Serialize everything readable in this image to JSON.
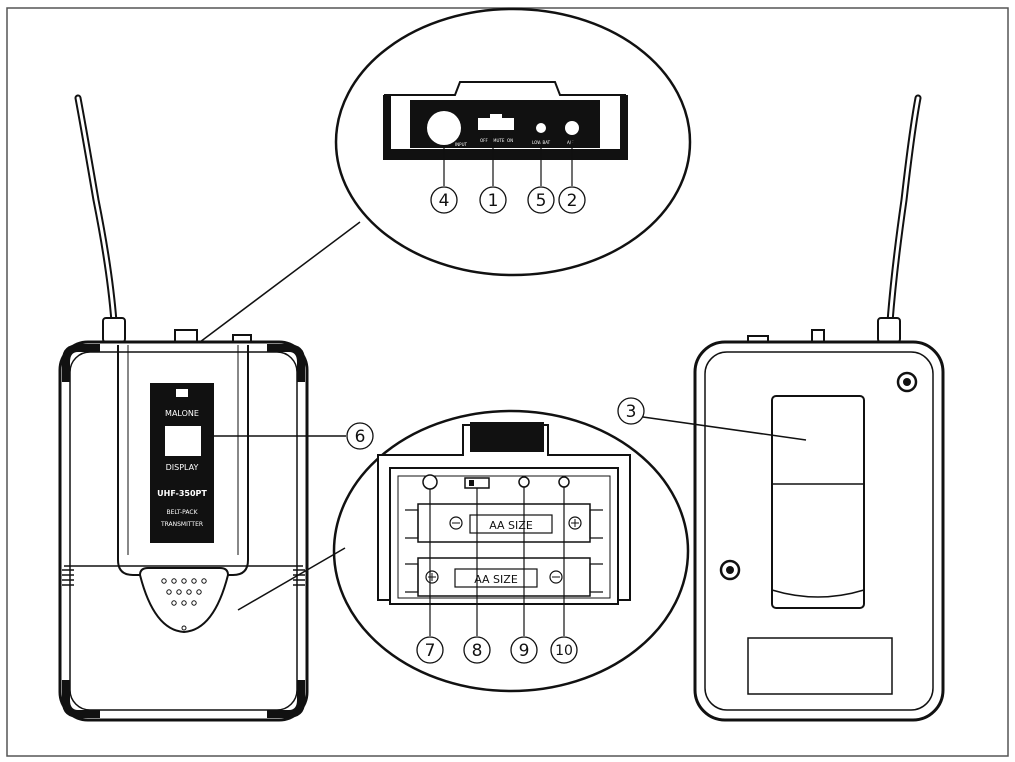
{
  "brand": "MALONE",
  "display_label": "DISPLAY",
  "model": "UHF-350PT",
  "product_line1": "BELT-PACK",
  "product_line2": "TRANSMITTER",
  "battery_label": "AA SIZE",
  "top_panel_labels": {
    "input": "INPUT",
    "switch_positions": [
      "OFF",
      "MUTE",
      "ON"
    ],
    "led": "LOW BAT",
    "jack": "A/F"
  },
  "callouts": {
    "c1": "1",
    "c2": "2",
    "c3": "3",
    "c4": "4",
    "c5": "5",
    "c6": "6",
    "c7": "7",
    "c8": "8",
    "c9": "9",
    "c10": "10"
  }
}
